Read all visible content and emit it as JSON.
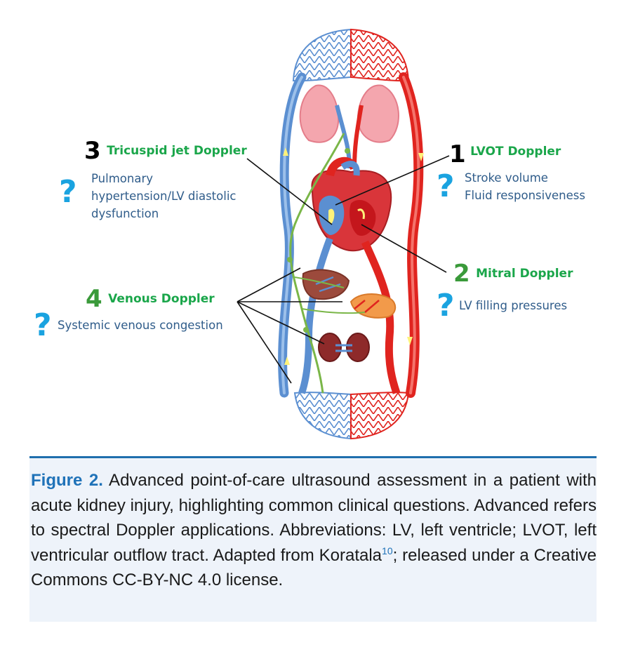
{
  "callouts": {
    "tricuspid": {
      "number": "3",
      "title": "Tricuspid jet Doppler",
      "lines": [
        "Pulmonary",
        "hypertension/LV diastolic",
        "dysfunction"
      ]
    },
    "lvot": {
      "number": "1",
      "title": "LVOT Doppler",
      "lines": [
        "Stroke volume",
        "Fluid responsiveness"
      ]
    },
    "mitral": {
      "number": "2",
      "title": "Mitral Doppler",
      "lines": [
        "LV filling pressures"
      ]
    },
    "venous": {
      "number": "4",
      "title": "Venous Doppler",
      "lines": [
        "Systemic venous congestion"
      ]
    },
    "question_mark": "?"
  },
  "caption": {
    "label": "Figure 2.",
    "text_before_ref": " Advanced point-of-care ultrasound assessment in a patient with acute kidney injury, highlighting common clinical questions. Advanced refers to spectral Doppler applications. Abbreviations: LV, left ventricle; LVOT, left ventricular outflow tract. Adapted from Koratala",
    "ref": "10",
    "text_after_ref": "; released under a Creative Commons CC-BY-NC 4.0 license."
  },
  "colors": {
    "arterial": "#e0241f",
    "venous": "#5b8fd1",
    "lymph": "#7ab648",
    "callout_title": "#1aa64a",
    "callout_text": "#2f5c8a",
    "question_mark": "#1aa3e0",
    "caption_accent": "#1f72b8",
    "caption_bg": "#eef3fa"
  },
  "icons": [
    "heart-illustration",
    "lungs-illustration",
    "liver-illustration",
    "pancreas-illustration",
    "kidney-illustration",
    "question-mark-icon"
  ]
}
